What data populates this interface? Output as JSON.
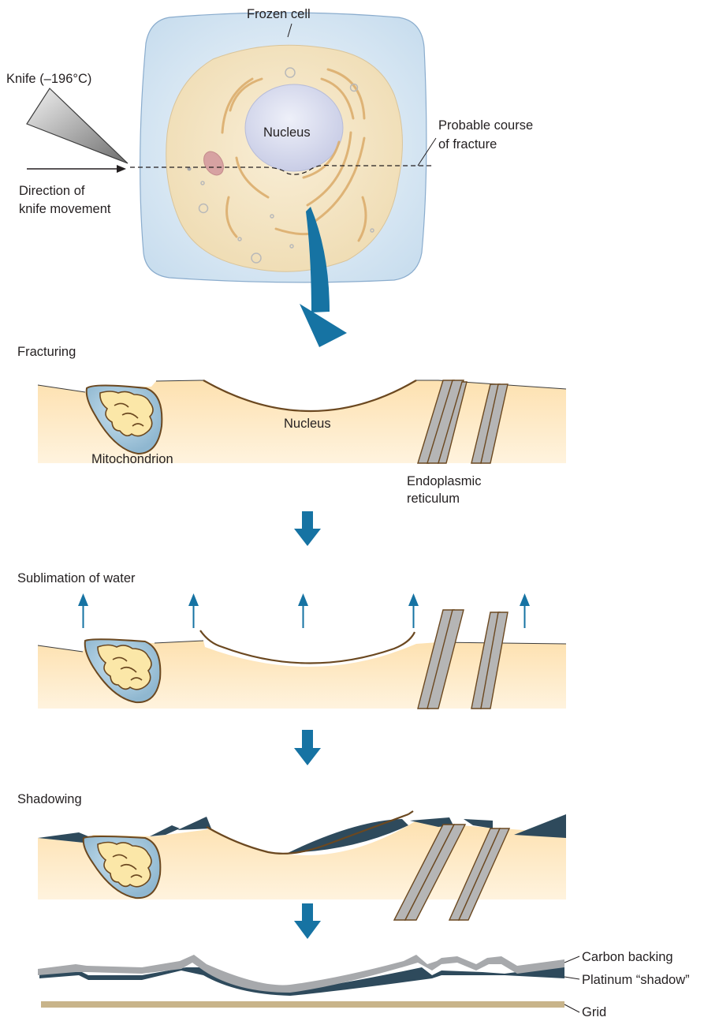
{
  "labels": {
    "frozen_cell": "Frozen cell",
    "knife": "Knife (–196°C)",
    "nucleus_top": "Nucleus",
    "fracture_line1": "Probable course",
    "fracture_line2": "of fracture",
    "direction_line1": "Direction of",
    "direction_line2": "knife movement",
    "fracturing": "Fracturing",
    "nucleus_fracture": "Nucleus",
    "mitochondrion": "Mitochondrion",
    "er_line1": "Endoplasmic",
    "er_line2": "reticulum",
    "sublimation": "Sublimation of water",
    "shadowing": "Shadowing",
    "carbon_backing": "Carbon backing",
    "platinum_shadow": "Platinum “shadow”",
    "grid": "Grid"
  },
  "colors": {
    "ice": "#d6e6f2",
    "cytoplasm": "#f7e8c8",
    "nucleus": "#dcdff0",
    "organelle_line": "#dcae6e",
    "block": "#fde2b4",
    "outline": "#6b4820",
    "mito_fill": "#a9c9dc",
    "mito_inner": "#fbe7a8",
    "er_grey": "#b5b5b5",
    "arrow_blue": "#1673a3",
    "platinum": "#2e4a5c",
    "carbon": "#a7a9ac",
    "grid": "#c8b48a",
    "text": "#231f20"
  }
}
